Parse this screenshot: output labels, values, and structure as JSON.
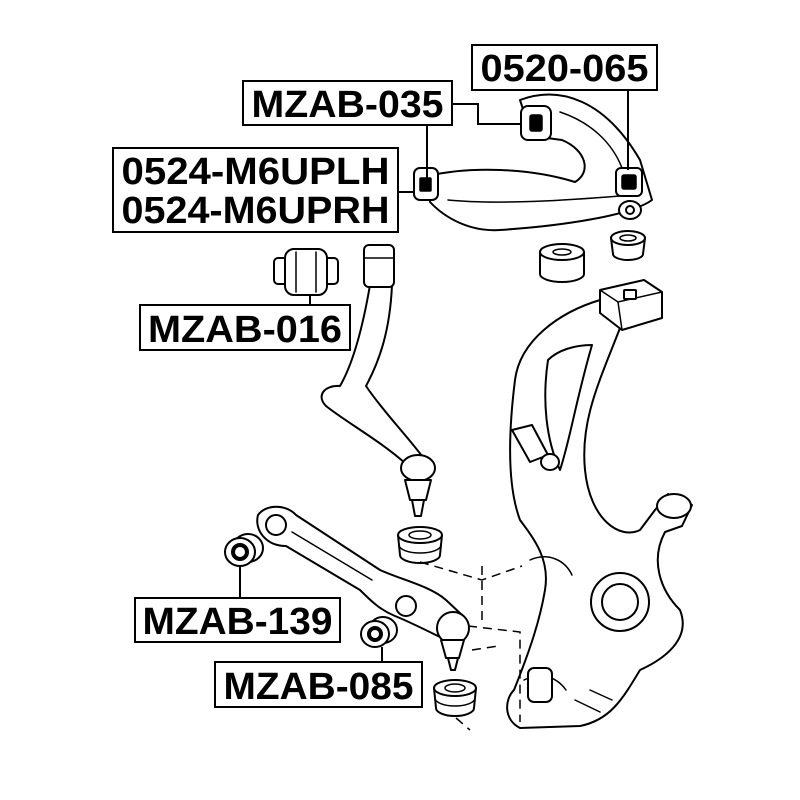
{
  "diagram": {
    "labels": {
      "upper_ball_joint": "0520-065",
      "upper_arm_bushing": "MZAB-035",
      "upper_arm_lh": "0524-M6UPLH",
      "upper_arm_rh": "0524-M6UPRH",
      "tension_rod_bushing": "MZAB-016",
      "lower_arm_bushing_front": "MZAB-139",
      "lower_arm_bushing_rear": "MZAB-085"
    }
  }
}
